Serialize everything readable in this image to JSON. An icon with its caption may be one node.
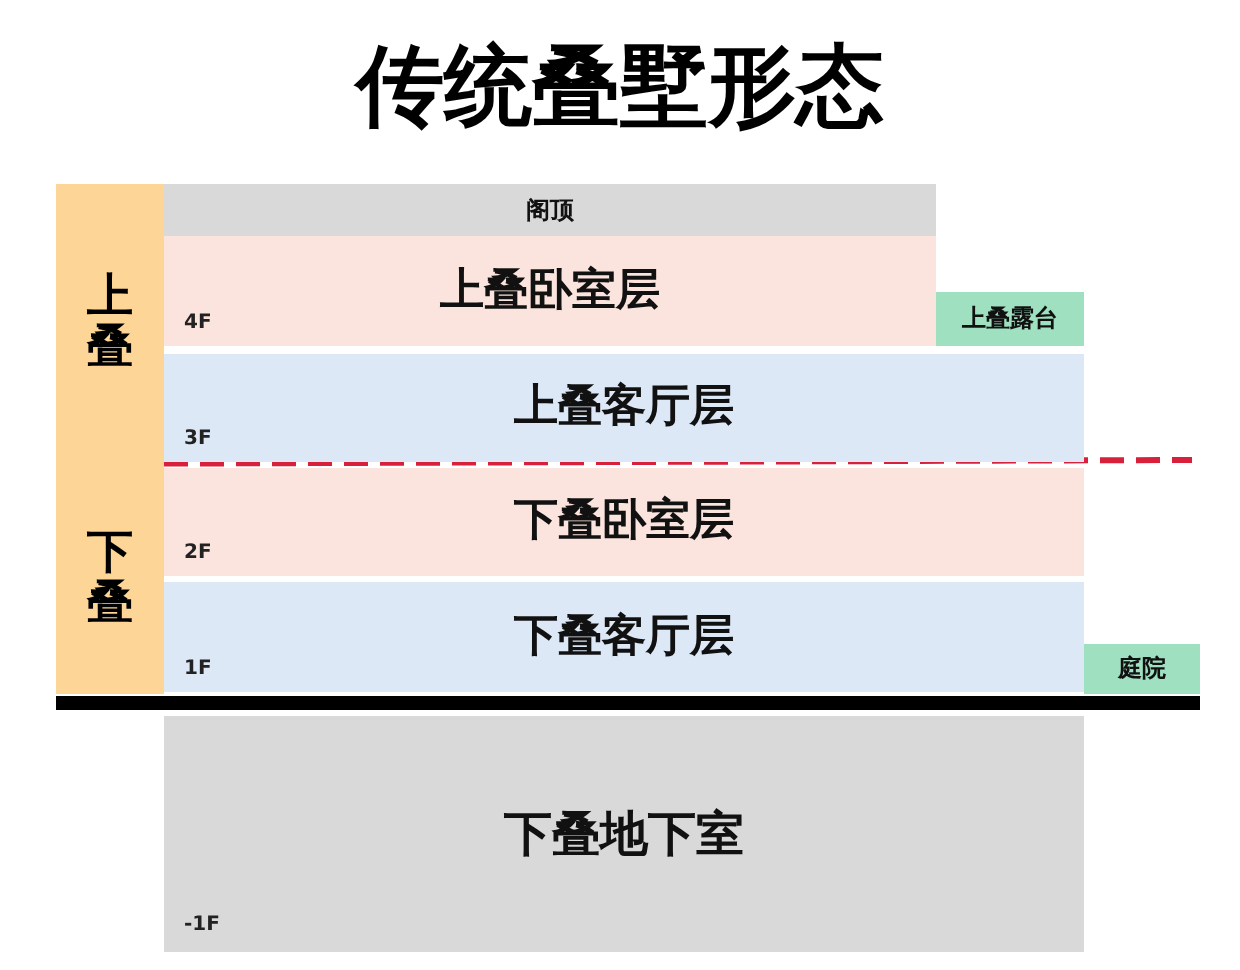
{
  "diagram": {
    "title": "传统叠墅形态",
    "nodes": [
      {
        "text": [
          "阁顶"
        ]
      },
      {
        "text": [
          "上叠卧室层",
          "4F"
        ]
      },
      {
        "text": [
          "上叠露台"
        ]
      },
      {
        "text": [
          "上叠客厅层",
          "3F"
        ]
      },
      {
        "text": [
          "下叠卧室层",
          "2F"
        ]
      },
      {
        "text": [
          "下叠客厅层",
          "1F"
        ]
      },
      {
        "text": [
          "庭院"
        ]
      },
      {
        "text": [
          "下叠地下室",
          "-1F"
        ]
      },
      {
        "text": [
          "上叠"
        ]
      },
      {
        "text": [
          "下叠"
        ]
      }
    ]
  }
}
